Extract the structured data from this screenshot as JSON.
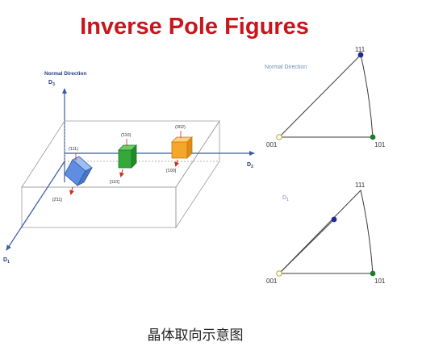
{
  "title": "Inverse Pole Figures",
  "caption": "晶体取向示意图",
  "sample": {
    "normal_direction_label": "Normal Direction",
    "axis_d3": "D",
    "axis_d3_sub": "3",
    "axis_d2": "D",
    "axis_d2_sub": "2",
    "axis_d1": "D",
    "axis_d1_sub": "1"
  },
  "crystals": {
    "blue": {
      "top_label": "(̄111)",
      "bottom_label": "[2̄11]",
      "color": "#6f9be8"
    },
    "green": {
      "top_label": "(̄110)",
      "bottom_label": "[110]",
      "color": "#35a83a"
    },
    "orange": {
      "top_label": "(002)",
      "bottom_label": "[100]",
      "color": "#f4a72a"
    }
  },
  "ipf_top": {
    "title": "Normal Direction",
    "label_001": "001",
    "label_101": "101",
    "label_111": "111"
  },
  "ipf_bottom": {
    "title": "D",
    "title_sub": "1",
    "label_001": "001",
    "label_101": "101",
    "label_111": "111"
  },
  "colors": {
    "title": "#c8161d",
    "axis": "#3b5aa8",
    "pole_111": "#1f2a9a",
    "pole_101": "#1f7a2a",
    "pole_001": "#c9c24a"
  }
}
